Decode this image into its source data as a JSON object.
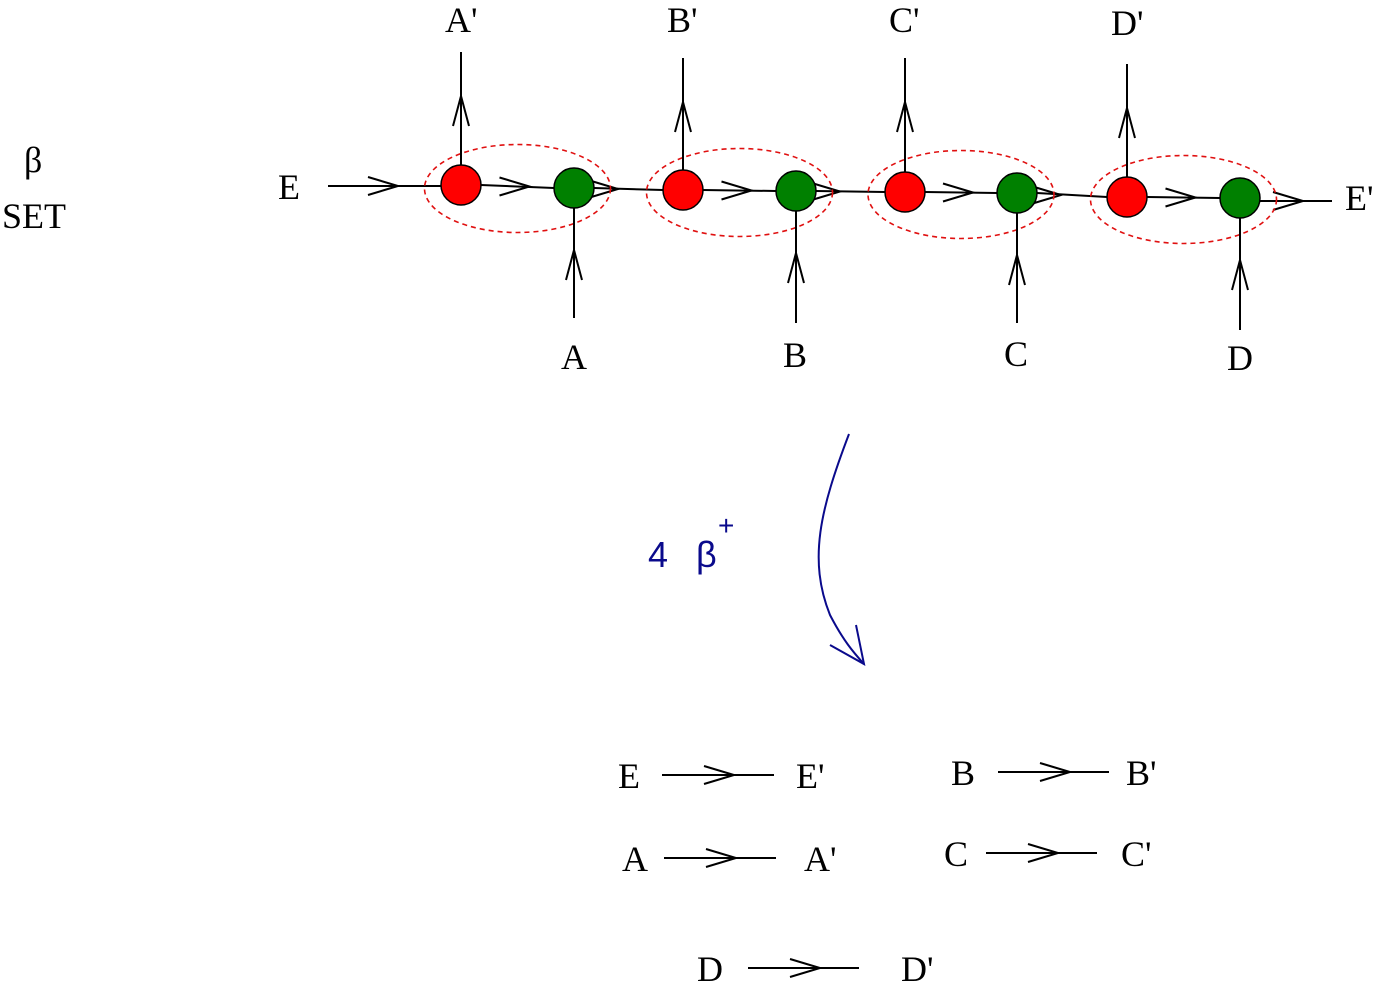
{
  "left_label": {
    "symbol": "β",
    "text": "SET"
  },
  "chain": {
    "input_label": "E",
    "output_label": "E'",
    "units": [
      {
        "top_label": "A'",
        "bottom_label": "A"
      },
      {
        "top_label": "B'",
        "bottom_label": "B"
      },
      {
        "top_label": "C'",
        "bottom_label": "C"
      },
      {
        "top_label": "D'",
        "bottom_label": "D"
      }
    ]
  },
  "transition": {
    "count": "4",
    "symbol": "β",
    "superscript": "+"
  },
  "results": [
    {
      "from": "E",
      "to": "E'"
    },
    {
      "from": "B",
      "to": "B'"
    },
    {
      "from": "A",
      "to": "A'"
    },
    {
      "from": "C",
      "to": "C'"
    },
    {
      "from": "D",
      "to": "D'"
    }
  ],
  "colors": {
    "node_first": "#ff0000",
    "node_second": "#008000",
    "loop": "#e01010",
    "transition": "#0a0a8c"
  }
}
